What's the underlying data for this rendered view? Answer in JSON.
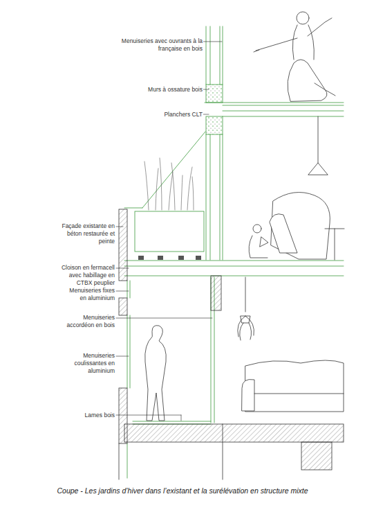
{
  "diagram": {
    "caption": "Coupe - Les jardins d’hiver dans l’existant et la surélévation en structure mixte",
    "labels": [
      "Menuiseries avec ouvrants à la française en bois",
      "Murs à ossature bois",
      "Planchers CLT",
      "Façade existante en béton restaurée et peinte",
      "Cloison en fermacell avec habillage en CTBX peuplier",
      "Menuiseries fixes en aluminium",
      "Menuiseries accordéon en bois",
      "Menuiseries coulissantes en aluminium",
      "Lames bois"
    ]
  }
}
